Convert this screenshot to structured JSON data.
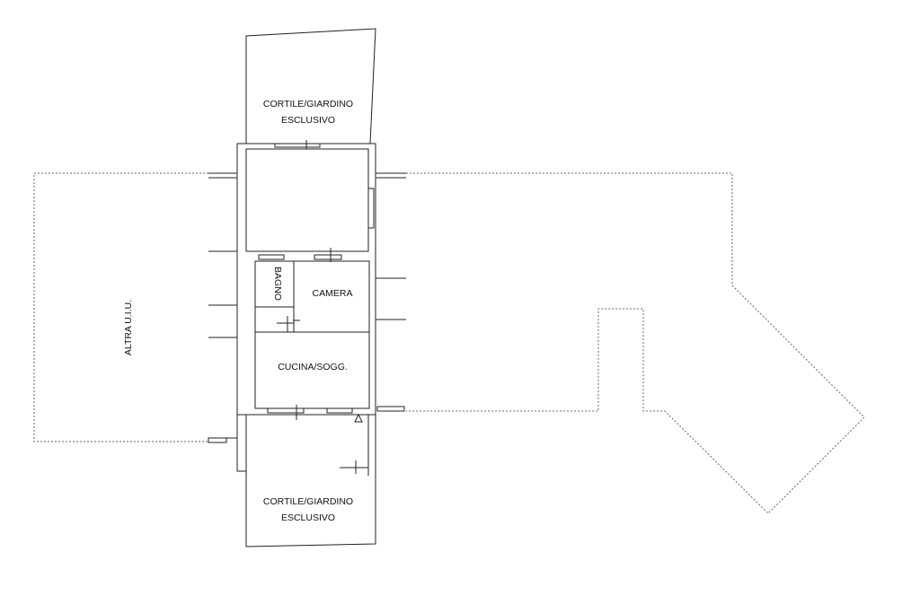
{
  "labels": {
    "courtyard_top_line1": "CORTILE/GIARDINO",
    "courtyard_top_line2": "ESCLUSIVO",
    "courtyard_bottom_line1": "CORTILE/GIARDINO",
    "courtyard_bottom_line2": "ESCLUSIVO",
    "bathroom": "BAGNO",
    "bedroom": "CAMERA",
    "kitchen_living": "CUCINA/SOGG.",
    "other_unit": "ALTRA U.I.U."
  }
}
